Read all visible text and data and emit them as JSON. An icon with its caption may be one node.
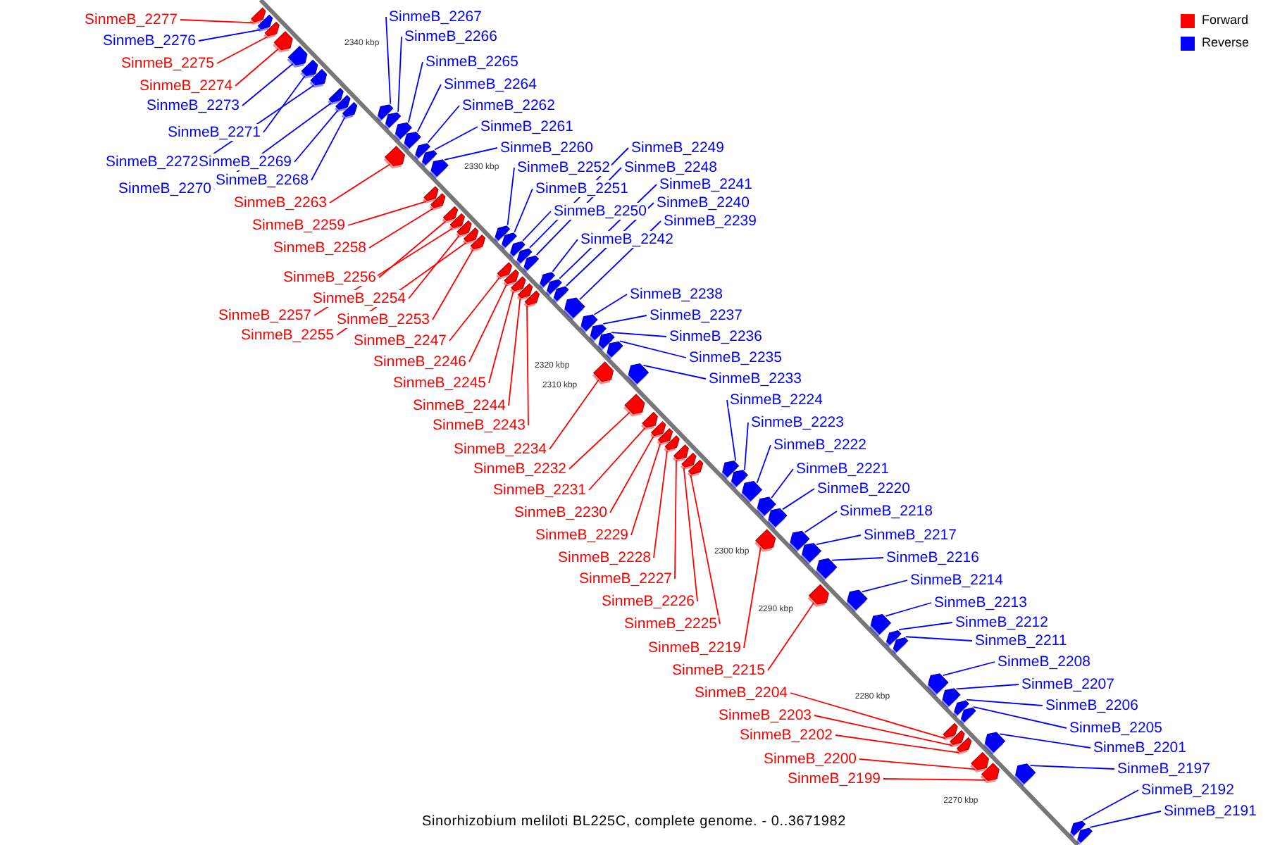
{
  "diagram": {
    "caption": "Sinorhizobium meliloti BL225C, complete genome. - 0..3671982",
    "nodes": [
      {
        "text": [
          "SinmeB_2277"
        ]
      },
      {
        "text": [
          "SinmeB_2276"
        ]
      },
      {
        "text": [
          "SinmeB_2275"
        ]
      },
      {
        "text": [
          "SinmeB_2274"
        ]
      },
      {
        "text": [
          "SinmeB_2273"
        ]
      },
      {
        "text": [
          "SinmeB_2271"
        ]
      },
      {
        "text": [
          "SinmeB_2272"
        ]
      },
      {
        "text": [
          "SinmeB_2269"
        ]
      },
      {
        "text": [
          "SinmeB_2270"
        ]
      },
      {
        "text": [
          "SinmeB_2268"
        ]
      },
      {
        "text": [
          "SinmeB_2263"
        ]
      },
      {
        "text": [
          "SinmeB_2259"
        ]
      },
      {
        "text": [
          "SinmeB_2258"
        ]
      },
      {
        "text": [
          "SinmeB_2256"
        ]
      },
      {
        "text": [
          "SinmeB_2254"
        ]
      },
      {
        "text": [
          "SinmeB_2257"
        ]
      },
      {
        "text": [
          "SinmeB_2253"
        ]
      },
      {
        "text": [
          "SinmeB_2255"
        ]
      },
      {
        "text": [
          "SinmeB_2247"
        ]
      },
      {
        "text": [
          "SinmeB_2246"
        ]
      },
      {
        "text": [
          "SinmeB_2245"
        ]
      },
      {
        "text": [
          "SinmeB_2244"
        ]
      },
      {
        "text": [
          "SinmeB_2243"
        ]
      },
      {
        "text": [
          "SinmeB_2234"
        ]
      },
      {
        "text": [
          "SinmeB_2232"
        ]
      },
      {
        "text": [
          "SinmeB_2231"
        ]
      },
      {
        "text": [
          "SinmeB_2230"
        ]
      },
      {
        "text": [
          "SinmeB_2229"
        ]
      },
      {
        "text": [
          "SinmeB_2228"
        ]
      },
      {
        "text": [
          "SinmeB_2227"
        ]
      },
      {
        "text": [
          "SinmeB_2226"
        ]
      },
      {
        "text": [
          "SinmeB_2225"
        ]
      },
      {
        "text": [
          "SinmeB_2219"
        ]
      },
      {
        "text": [
          "SinmeB_2215"
        ]
      },
      {
        "text": [
          "SinmeB_2204"
        ]
      },
      {
        "text": [
          "SinmeB_2203"
        ]
      },
      {
        "text": [
          "SinmeB_2202"
        ]
      },
      {
        "text": [
          "SinmeB_2200"
        ]
      },
      {
        "text": [
          "SinmeB_2199"
        ]
      },
      {
        "text": [
          "SinmeB_2267"
        ]
      },
      {
        "text": [
          "SinmeB_2266"
        ]
      },
      {
        "text": [
          "SinmeB_2265"
        ]
      },
      {
        "text": [
          "SinmeB_2264"
        ]
      },
      {
        "text": [
          "SinmeB_2262"
        ]
      },
      {
        "text": [
          "SinmeB_2261"
        ]
      },
      {
        "text": [
          "SinmeB_2260"
        ]
      },
      {
        "text": [
          "SinmeB_2249"
        ]
      },
      {
        "text": [
          "SinmeB_2252"
        ]
      },
      {
        "text": [
          "SinmeB_2248"
        ]
      },
      {
        "text": [
          "SinmeB_2241"
        ]
      },
      {
        "text": [
          "SinmeB_2251"
        ]
      },
      {
        "text": [
          "SinmeB_2240"
        ]
      },
      {
        "text": [
          "SinmeB_2250"
        ]
      },
      {
        "text": [
          "SinmeB_2239"
        ]
      },
      {
        "text": [
          "SinmeB_2242"
        ]
      },
      {
        "text": [
          "SinmeB_2238"
        ]
      },
      {
        "text": [
          "SinmeB_2237"
        ]
      },
      {
        "text": [
          "SinmeB_2236"
        ]
      },
      {
        "text": [
          "SinmeB_2235"
        ]
      },
      {
        "text": [
          "SinmeB_2233"
        ]
      },
      {
        "text": [
          "SinmeB_2224"
        ]
      },
      {
        "text": [
          "SinmeB_2223"
        ]
      },
      {
        "text": [
          "SinmeB_2222"
        ]
      },
      {
        "text": [
          "SinmeB_2221"
        ]
      },
      {
        "text": [
          "SinmeB_2220"
        ]
      },
      {
        "text": [
          "SinmeB_2218"
        ]
      },
      {
        "text": [
          "SinmeB_2217"
        ]
      },
      {
        "text": [
          "SinmeB_2216"
        ]
      },
      {
        "text": [
          "SinmeB_2214"
        ]
      },
      {
        "text": [
          "SinmeB_2213"
        ]
      },
      {
        "text": [
          "SinmeB_2212"
        ]
      },
      {
        "text": [
          "SinmeB_2211"
        ]
      },
      {
        "text": [
          "SinmeB_2208"
        ]
      },
      {
        "text": [
          "SinmeB_2207"
        ]
      },
      {
        "text": [
          "SinmeB_2206"
        ]
      },
      {
        "text": [
          "SinmeB_2205"
        ]
      },
      {
        "text": [
          "SinmeB_2201"
        ]
      },
      {
        "text": [
          "SinmeB_2197"
        ]
      },
      {
        "text": [
          "SinmeB_2192"
        ]
      },
      {
        "text": [
          "SinmeB_2191"
        ]
      },
      {
        "text": [],
        "shape": "pentagon"
      },
      {
        "text": [],
        "shape": "pentagon"
      },
      {
        "text": [],
        "shape": "pentagon"
      },
      {
        "text": [],
        "shape": "pentagon"
      },
      {
        "text": [],
        "shape": "pentagon"
      },
      {
        "text": [],
        "shape": "pentagon"
      },
      {
        "text": [],
        "shape": "pentagon"
      },
      {
        "text": [],
        "shape": "pentagon"
      },
      {
        "text": [],
        "shape": "pentagon"
      },
      {
        "text": [],
        "shape": "pentagon"
      },
      {
        "text": [],
        "shape": "pentagon"
      },
      {
        "text": [],
        "shape": "pentagon"
      },
      {
        "text": [],
        "shape": "pentagon"
      },
      {
        "text": [],
        "shape": "pentagon"
      },
      {
        "text": [],
        "shape": "pentagon"
      },
      {
        "text": [],
        "shape": "pentagon"
      },
      {
        "text": [],
        "shape": "pentagon"
      },
      {
        "text": [],
        "shape": "pentagon"
      },
      {
        "text": [],
        "shape": "pentagon"
      },
      {
        "text": [],
        "shape": "pentagon"
      },
      {
        "text": [],
        "shape": "pentagon"
      },
      {
        "text": [],
        "shape": "pentagon"
      },
      {
        "text": [],
        "shape": "pentagon"
      },
      {
        "text": [],
        "shape": "pentagon"
      },
      {
        "text": [],
        "shape": "pentagon"
      },
      {
        "text": [],
        "shape": "pentagon"
      },
      {
        "text": [],
        "shape": "pentagon"
      },
      {
        "text": [],
        "shape": "pentagon"
      },
      {
        "text": [],
        "shape": "pentagon"
      },
      {
        "text": [],
        "shape": "pentagon"
      },
      {
        "text": [],
        "shape": "pentagon"
      },
      {
        "text": [],
        "shape": "pentagon"
      },
      {
        "text": [],
        "shape": "pentagon"
      },
      {
        "text": [],
        "shape": "pentagon"
      },
      {
        "text": [],
        "shape": "pentagon"
      },
      {
        "text": [],
        "shape": "pentagon"
      },
      {
        "text": [],
        "shape": "pentagon"
      },
      {
        "text": [],
        "shape": "pentagon"
      },
      {
        "text": [],
        "shape": "pentagon"
      },
      {
        "text": [],
        "shape": "pentagon"
      },
      {
        "text": [],
        "shape": "pentagon"
      },
      {
        "text": [],
        "shape": "pentagon"
      },
      {
        "text": [],
        "shape": "pentagon"
      },
      {
        "text": [],
        "shape": "pentagon"
      },
      {
        "text": [],
        "shape": "pentagon"
      },
      {
        "text": [],
        "shape": "pentagon"
      },
      {
        "text": [],
        "shape": "pentagon"
      },
      {
        "text": [],
        "shape": "pentagon"
      },
      {
        "text": [],
        "shape": "pentagon"
      },
      {
        "text": [],
        "shape": "pentagon"
      },
      {
        "text": [],
        "shape": "pentagon"
      },
      {
        "text": [],
        "shape": "pentagon"
      },
      {
        "text": [],
        "shape": "pentagon"
      },
      {
        "text": [],
        "shape": "pentagon"
      },
      {
        "text": [],
        "shape": "pentagon"
      },
      {
        "text": [],
        "shape": "pentagon"
      },
      {
        "text": [],
        "shape": "pentagon"
      },
      {
        "text": [],
        "shape": "pentagon"
      },
      {
        "text": [],
        "shape": "pentagon"
      },
      {
        "text": [],
        "shape": "pentagon"
      },
      {
        "text": [],
        "shape": "pentagon"
      },
      {
        "text": [],
        "shape": "pentagon"
      },
      {
        "text": [],
        "shape": "pentagon"
      },
      {
        "text": [],
        "shape": "pentagon"
      },
      {
        "text": [],
        "shape": "pentagon"
      },
      {
        "text": [],
        "shape": "pentagon"
      },
      {
        "text": [],
        "shape": "pentagon"
      },
      {
        "text": [],
        "shape": "pentagon"
      },
      {
        "text": [],
        "shape": "pentagon"
      },
      {
        "text": [],
        "shape": "pentagon"
      },
      {
        "text": [],
        "shape": "pentagon"
      },
      {
        "text": [],
        "shape": "pentagon"
      },
      {
        "text": [],
        "shape": "pentagon"
      },
      {
        "text": [],
        "shape": "pentagon"
      },
      {
        "text": [],
        "shape": "pentagon"
      },
      {
        "text": [],
        "shape": "pentagon"
      },
      {
        "text": [],
        "shape": "pentagon"
      },
      {
        "text": [],
        "shape": "pentagon"
      },
      {
        "text": [],
        "shape": "pentagon"
      },
      {
        "text": [],
        "shape": "pentagon"
      }
    ],
    "edges": [
      {
        "from": 0,
        "to": 80,
        "arrow": "none",
        "color": "#ff0000"
      },
      {
        "from": 1,
        "to": 81,
        "arrow": "none",
        "color": "#0000ff"
      },
      {
        "from": 2,
        "to": 82,
        "arrow": "none",
        "color": "#ff0000"
      },
      {
        "from": 3,
        "to": 83,
        "arrow": "none",
        "color": "#ff0000"
      },
      {
        "from": 4,
        "to": 84,
        "arrow": "none",
        "color": "#0000ff"
      },
      {
        "from": 5,
        "to": 85,
        "arrow": "none",
        "color": "#0000ff"
      },
      {
        "from": 6,
        "to": 86,
        "arrow": "none",
        "color": "#0000ff"
      },
      {
        "from": 7,
        "to": 87,
        "arrow": "none",
        "color": "#0000ff"
      },
      {
        "from": 8,
        "to": 88,
        "arrow": "none",
        "color": "#0000ff"
      },
      {
        "from": 9,
        "to": 89,
        "arrow": "none",
        "color": "#0000ff"
      },
      {
        "from": 10,
        "to": 90,
        "arrow": "none",
        "color": "#ff0000"
      },
      {
        "from": 11,
        "to": 91,
        "arrow": "none",
        "color": "#ff0000"
      },
      {
        "from": 12,
        "to": 92,
        "arrow": "none",
        "color": "#ff0000"
      },
      {
        "from": 13,
        "to": 93,
        "arrow": "none",
        "color": "#ff0000"
      },
      {
        "from": 14,
        "to": 94,
        "arrow": "none",
        "color": "#ff0000"
      },
      {
        "from": 15,
        "to": 95,
        "arrow": "none",
        "color": "#ff0000"
      },
      {
        "from": 16,
        "to": 96,
        "arrow": "none",
        "color": "#ff0000"
      },
      {
        "from": 17,
        "to": 97,
        "arrow": "none",
        "color": "#ff0000"
      },
      {
        "from": 18,
        "to": 98,
        "arrow": "none",
        "color": "#ff0000"
      },
      {
        "from": 19,
        "to": 99,
        "arrow": "none",
        "color": "#ff0000"
      },
      {
        "from": 20,
        "to": 100,
        "arrow": "none",
        "color": "#ff0000"
      },
      {
        "from": 21,
        "to": 101,
        "arrow": "none",
        "color": "#ff0000"
      },
      {
        "from": 22,
        "to": 102,
        "arrow": "none",
        "color": "#ff0000"
      },
      {
        "from": 23,
        "to": 103,
        "arrow": "none",
        "color": "#ff0000"
      },
      {
        "from": 24,
        "to": 104,
        "arrow": "none",
        "color": "#ff0000"
      },
      {
        "from": 25,
        "to": 105,
        "arrow": "none",
        "color": "#ff0000"
      },
      {
        "from": 26,
        "to": 106,
        "arrow": "none",
        "color": "#ff0000"
      },
      {
        "from": 27,
        "to": 107,
        "arrow": "none",
        "color": "#ff0000"
      },
      {
        "from": 28,
        "to": 108,
        "arrow": "none",
        "color": "#ff0000"
      },
      {
        "from": 29,
        "to": 109,
        "arrow": "none",
        "color": "#ff0000"
      },
      {
        "from": 30,
        "to": 110,
        "arrow": "none",
        "color": "#ff0000"
      },
      {
        "from": 31,
        "to": 111,
        "arrow": "none",
        "color": "#ff0000"
      },
      {
        "from": 32,
        "to": 112,
        "arrow": "none",
        "color": "#ff0000"
      },
      {
        "from": 33,
        "to": 113,
        "arrow": "none",
        "color": "#ff0000"
      },
      {
        "from": 34,
        "to": 114,
        "arrow": "none",
        "color": "#ff0000"
      },
      {
        "from": 35,
        "to": 115,
        "arrow": "none",
        "color": "#ff0000"
      },
      {
        "from": 36,
        "to": 116,
        "arrow": "none",
        "color": "#ff0000"
      },
      {
        "from": 37,
        "to": 117,
        "arrow": "none",
        "color": "#ff0000"
      },
      {
        "from": 38,
        "to": 118,
        "arrow": "none",
        "color": "#ff0000"
      },
      {
        "from": 39,
        "to": 119,
        "arrow": "none",
        "color": "#0000ff"
      },
      {
        "from": 40,
        "to": 120,
        "arrow": "none",
        "color": "#0000ff"
      },
      {
        "from": 41,
        "to": 121,
        "arrow": "none",
        "color": "#0000ff"
      },
      {
        "from": 42,
        "to": 122,
        "arrow": "none",
        "color": "#0000ff"
      },
      {
        "from": 43,
        "to": 123,
        "arrow": "none",
        "color": "#0000ff"
      },
      {
        "from": 44,
        "to": 124,
        "arrow": "none",
        "color": "#0000ff"
      },
      {
        "from": 45,
        "to": 125,
        "arrow": "none",
        "color": "#0000ff"
      },
      {
        "from": 46,
        "to": 126,
        "arrow": "none",
        "color": "#0000ff"
      },
      {
        "from": 47,
        "to": 127,
        "arrow": "none",
        "color": "#0000ff"
      },
      {
        "from": 48,
        "to": 128,
        "arrow": "none",
        "color": "#0000ff"
      },
      {
        "from": 49,
        "to": 129,
        "arrow": "none",
        "color": "#0000ff"
      },
      {
        "from": 50,
        "to": 130,
        "arrow": "none",
        "color": "#0000ff"
      },
      {
        "from": 51,
        "to": 131,
        "arrow": "none",
        "color": "#0000ff"
      },
      {
        "from": 52,
        "to": 132,
        "arrow": "none",
        "color": "#0000ff"
      },
      {
        "from": 53,
        "to": 133,
        "arrow": "none",
        "color": "#0000ff"
      },
      {
        "from": 54,
        "to": 134,
        "arrow": "none",
        "color": "#0000ff"
      },
      {
        "from": 55,
        "to": 135,
        "arrow": "none",
        "color": "#0000ff"
      },
      {
        "from": 56,
        "to": 136,
        "arrow": "none",
        "color": "#0000ff"
      },
      {
        "from": 57,
        "to": 137,
        "arrow": "none",
        "color": "#0000ff"
      },
      {
        "from": 58,
        "to": 138,
        "arrow": "none",
        "color": "#0000ff"
      },
      {
        "from": 59,
        "to": 139,
        "arrow": "none",
        "color": "#0000ff"
      },
      {
        "from": 60,
        "to": 140,
        "arrow": "none",
        "color": "#0000ff"
      },
      {
        "from": 61,
        "to": 141,
        "arrow": "none",
        "color": "#0000ff"
      },
      {
        "from": 62,
        "to": 142,
        "arrow": "none",
        "color": "#0000ff"
      },
      {
        "from": 63,
        "to": 143,
        "arrow": "none",
        "color": "#0000ff"
      },
      {
        "from": 64,
        "to": 144,
        "arrow": "none",
        "color": "#0000ff"
      },
      {
        "from": 65,
        "to": 145,
        "arrow": "none",
        "color": "#0000ff"
      },
      {
        "from": 66,
        "to": 146,
        "arrow": "none",
        "color": "#0000ff"
      },
      {
        "from": 67,
        "to": 147,
        "arrow": "none",
        "color": "#0000ff"
      },
      {
        "from": 68,
        "to": 148,
        "arrow": "none",
        "color": "#0000ff"
      },
      {
        "from": 69,
        "to": 149,
        "arrow": "none",
        "color": "#0000ff"
      },
      {
        "from": 70,
        "to": 150,
        "arrow": "none",
        "color": "#0000ff"
      },
      {
        "from": 71,
        "to": 151,
        "arrow": "none",
        "color": "#0000ff"
      },
      {
        "from": 72,
        "to": 152,
        "arrow": "none",
        "color": "#0000ff"
      },
      {
        "from": 73,
        "to": 153,
        "arrow": "none",
        "color": "#0000ff"
      },
      {
        "from": 74,
        "to": 154,
        "arrow": "none",
        "color": "#0000ff"
      },
      {
        "from": 75,
        "to": 155,
        "arrow": "none",
        "color": "#0000ff"
      },
      {
        "from": 76,
        "to": 156,
        "arrow": "none",
        "color": "#0000ff"
      },
      {
        "from": 77,
        "to": 157,
        "arrow": "none",
        "color": "#0000ff"
      },
      {
        "from": 78,
        "to": 158,
        "arrow": "none",
        "color": "#0000ff"
      },
      {
        "from": 79,
        "to": 159,
        "arrow": "none",
        "color": "#0000ff"
      }
    ],
    "labels": [
      "2340 kbp",
      "2330 kbp",
      "2320 kbp",
      "2310 kbp",
      "2300 kbp",
      "2290 kbp",
      "2280 kbp",
      "2270 kbp"
    ],
    "legend": [
      {
        "text": "Forward",
        "color": "#ff0000"
      },
      {
        "text": "Reverse",
        "color": "#0000ff"
      }
    ]
  }
}
